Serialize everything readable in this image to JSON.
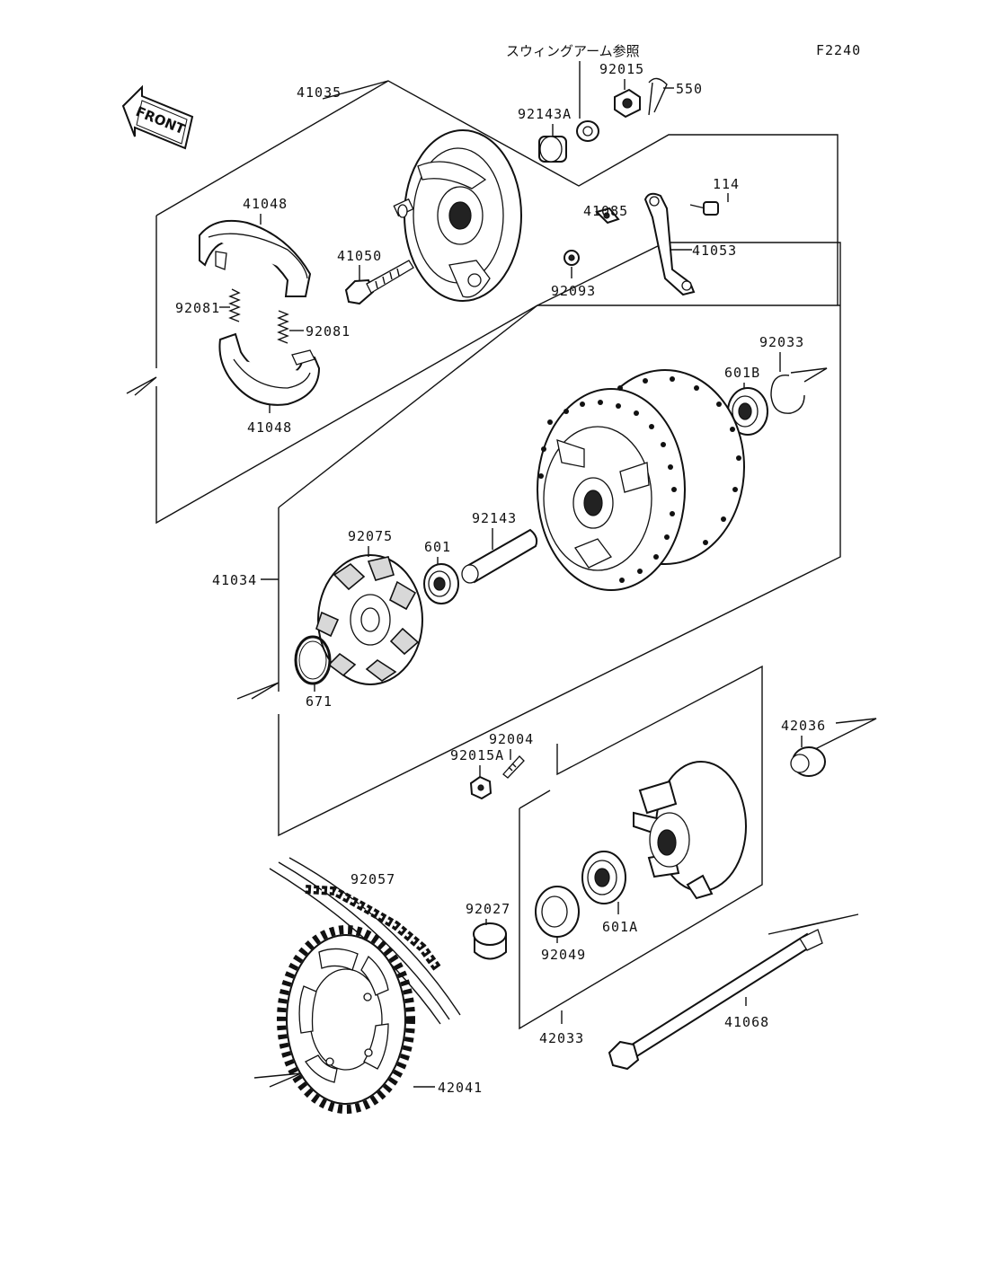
{
  "header": {
    "figure_id": "F2240",
    "swingarm_reference": "スウィングアーム参照",
    "front_indicator": "FRONT"
  },
  "parts": {
    "p41035": "41035",
    "p92015": "92015",
    "p550": "550",
    "p92143A": "92143A",
    "p41048_top": "41048",
    "p41085": "41085",
    "p114": "114",
    "p41050": "41050",
    "p41053": "41053",
    "p92093": "92093",
    "p92081_left": "92081",
    "p92081_right": "92081",
    "p41048_bottom": "41048",
    "p92033": "92033",
    "p601B": "601B",
    "p92075": "92075",
    "p92143": "92143",
    "p601": "601",
    "p41034": "41034",
    "p671": "671",
    "p42036": "42036",
    "p92004": "92004",
    "p92015A": "92015A",
    "p92057": "92057",
    "p92027": "92027",
    "p92049": "92049",
    "p601A": "601A",
    "p41068": "41068",
    "p42033": "42033",
    "p42041": "42041"
  }
}
